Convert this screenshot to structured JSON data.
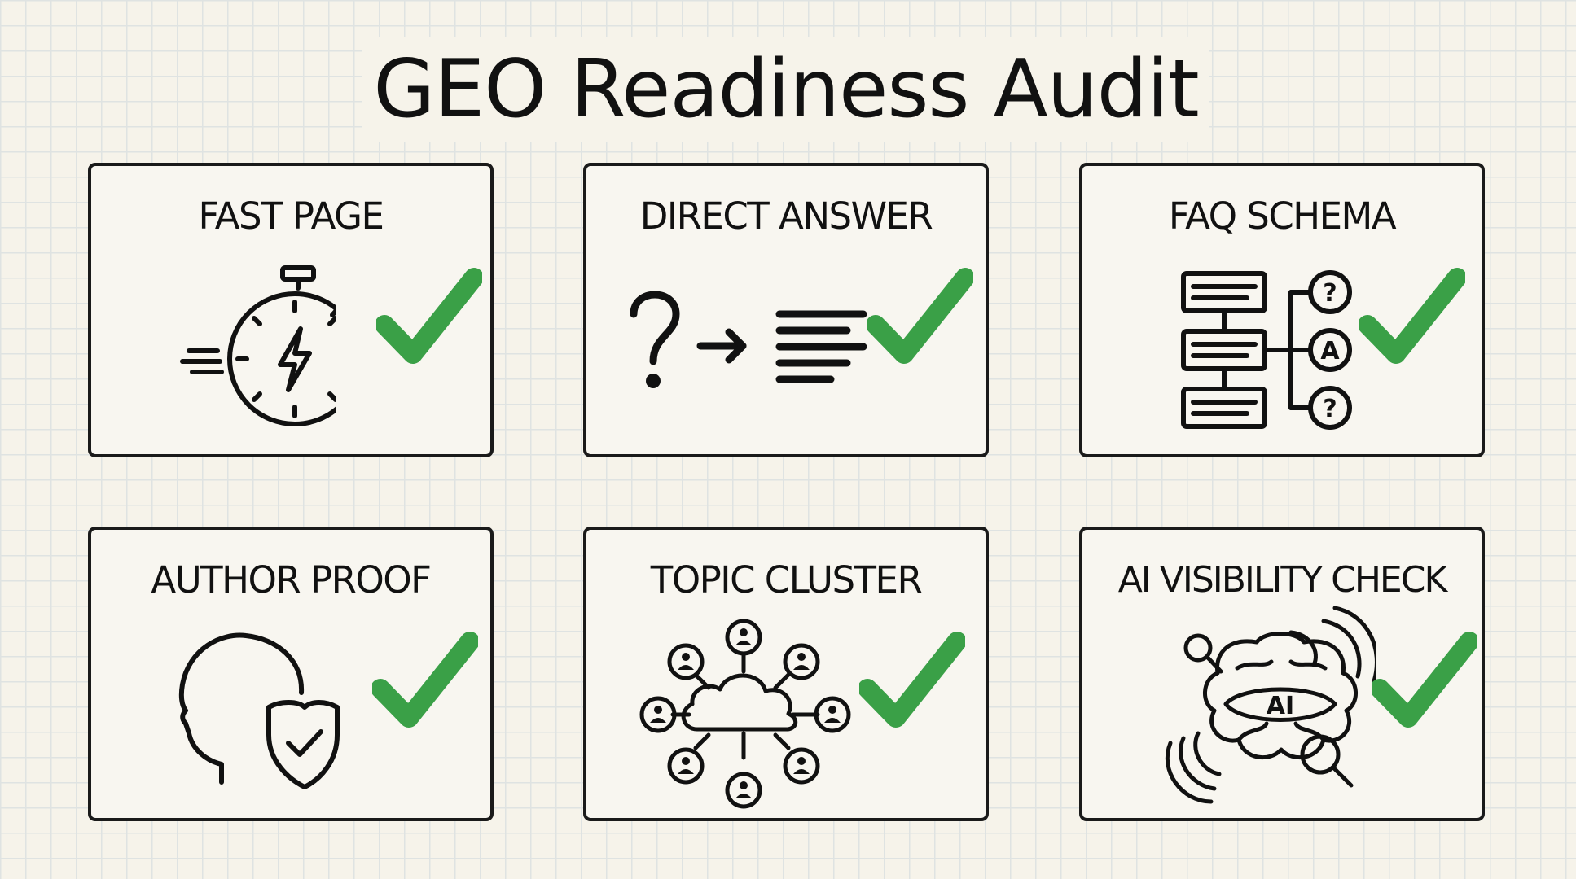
{
  "title": "GEO Readiness Audit",
  "colors": {
    "check": "#3aa047",
    "ink": "#111111",
    "card_background": "#f8f6f0",
    "page_background": "#f6f3ea",
    "grid": "#dfe3e2"
  },
  "cards": [
    {
      "label": "FAST PAGE",
      "icon": "stopwatch-lightning-icon",
      "status": "check-icon"
    },
    {
      "label": "DIRECT ANSWER",
      "icon": "question-to-answer-icon",
      "status": "check-icon"
    },
    {
      "label": "FAQ SCHEMA",
      "icon": "faq-schema-tree-icon",
      "status": "check-icon"
    },
    {
      "label": "AUTHOR PROOF",
      "icon": "author-shield-icon",
      "status": "check-icon"
    },
    {
      "label": "TOPIC CLUSTER",
      "icon": "topic-cluster-cloud-icon",
      "status": "check-icon"
    },
    {
      "label": "AI VISIBILITY CHECK",
      "icon": "ai-brain-search-icon",
      "status": "check-icon"
    }
  ],
  "faq_icon_nodes": [
    "?",
    "A",
    "?"
  ],
  "ai_icon_text": "AI"
}
